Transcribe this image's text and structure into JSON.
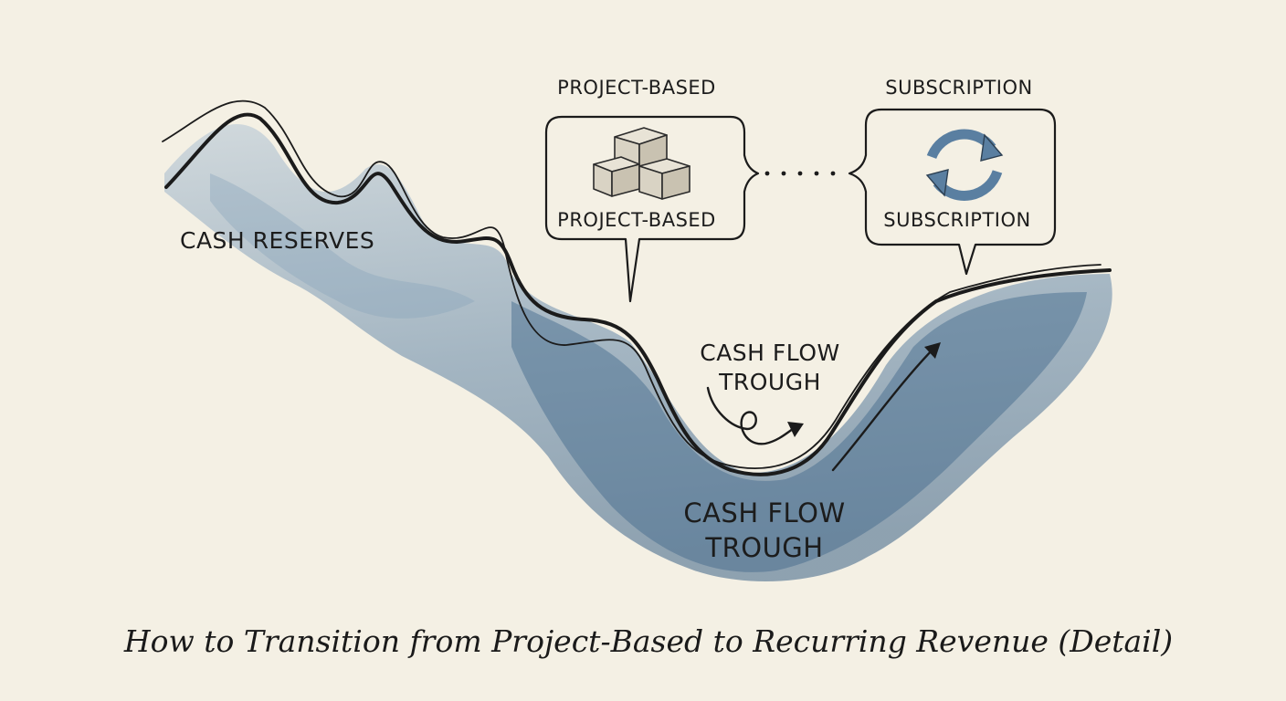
{
  "title": "How to Transition from Project-Based to Recurring Revenue (Detail)",
  "labels": {
    "cash_reserves": "CASH RESERVES",
    "project_top": "PROJECT-BASED",
    "project_bottom": "PROJECT-BASED",
    "subscription_top": "SUBSCRIPTION",
    "subscription_bottom": "SUBSCRIPTION",
    "trough_mid_line1": "CASH FLOW",
    "trough_mid_line2": "TROUGH",
    "trough_low_line1": "CASH FLOW",
    "trough_low_line2": "TROUGH"
  },
  "icons": {
    "project": "stacked-boxes-icon",
    "subscription": "cycle-arrows-icon",
    "connector": "dotted-connector"
  },
  "colors": {
    "paper": "#f4f0e4",
    "ink": "#1b1b1b",
    "watercolor": "#4f7394"
  }
}
